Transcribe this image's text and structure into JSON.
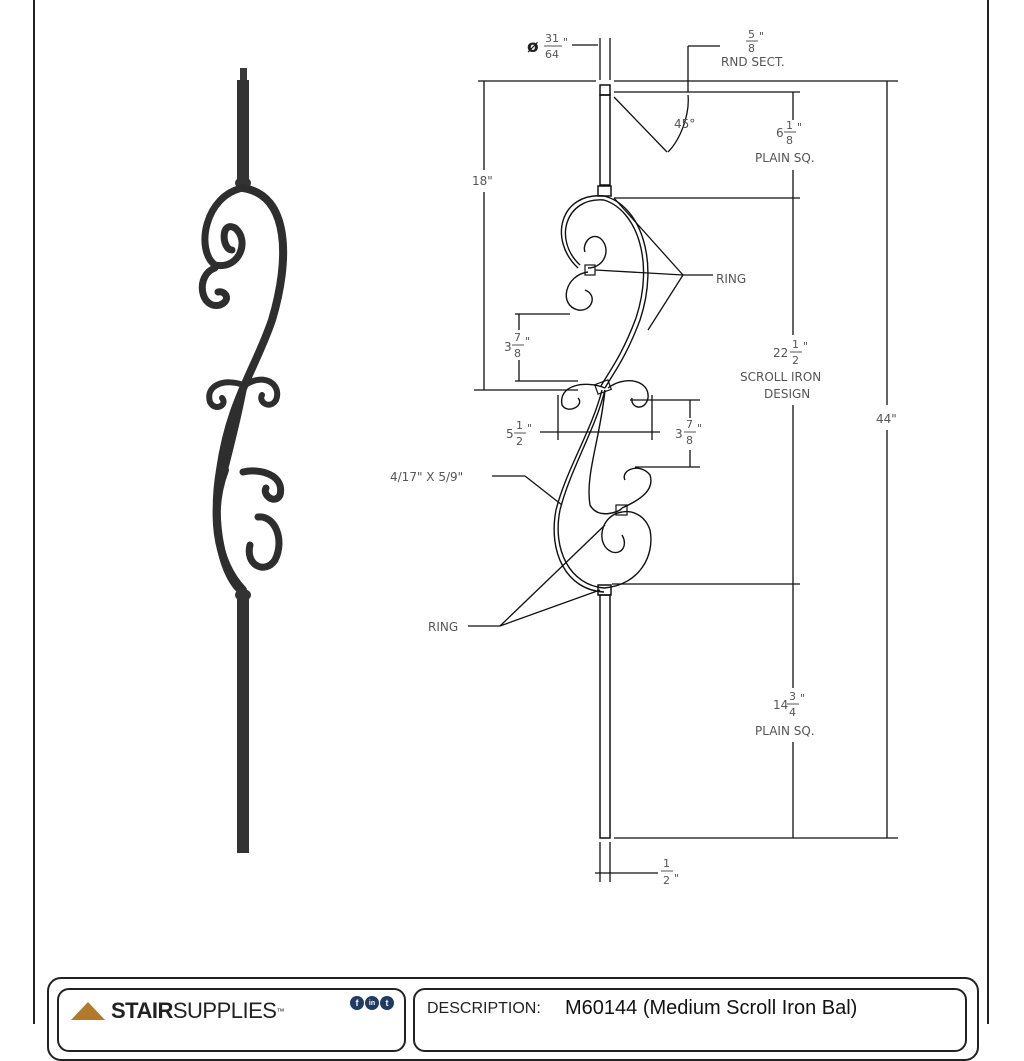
{
  "drawing": {
    "diameter_symbol": "ø",
    "diameter_num": "31",
    "diameter_den": "64",
    "rnd_num": "5",
    "rnd_den": "8",
    "rnd_label": "RND SECT.",
    "angle": "45°",
    "top_plain_whole": "6",
    "top_plain_num": "1",
    "top_plain_den": "8",
    "top_plain_label": "PLAIN SQ.",
    "height_18": "18\"",
    "ring_label_right": "RING",
    "ring_label_left": "RING",
    "scroll_whole": "22",
    "scroll_num": "1",
    "scroll_den": "2",
    "scroll_label_1": "SCROLL IRON",
    "scroll_label_2": "DESIGN",
    "overall_height": "44\"",
    "spacing_whole": "3",
    "spacing_num": "7",
    "spacing_den": "8",
    "width_whole": "5",
    "width_num": "1",
    "width_den": "2",
    "spacing2_whole": "3",
    "spacing2_num": "7",
    "spacing2_den": "8",
    "bar_size": "4/17\" X 5/9\"",
    "bottom_plain_whole": "14",
    "bottom_plain_num": "3",
    "bottom_plain_den": "4",
    "bottom_plain_label": "PLAIN SQ.",
    "square_num": "1",
    "square_den": "2",
    "inch_mark": "\""
  },
  "footer": {
    "brand_bold": "STAIR",
    "brand_light": "SUPPLIES",
    "trademark": "™",
    "social_icons": [
      "facebook-icon",
      "linkedin-icon",
      "twitter-icon"
    ],
    "social_glyphs": [
      "f",
      "in",
      "t"
    ],
    "description_label": "DESCRIPTION:",
    "description_value": "M60144 (Medium Scroll Iron Bal)",
    "brand_color": "#b07a2a",
    "social_color": "#1f3b63"
  }
}
